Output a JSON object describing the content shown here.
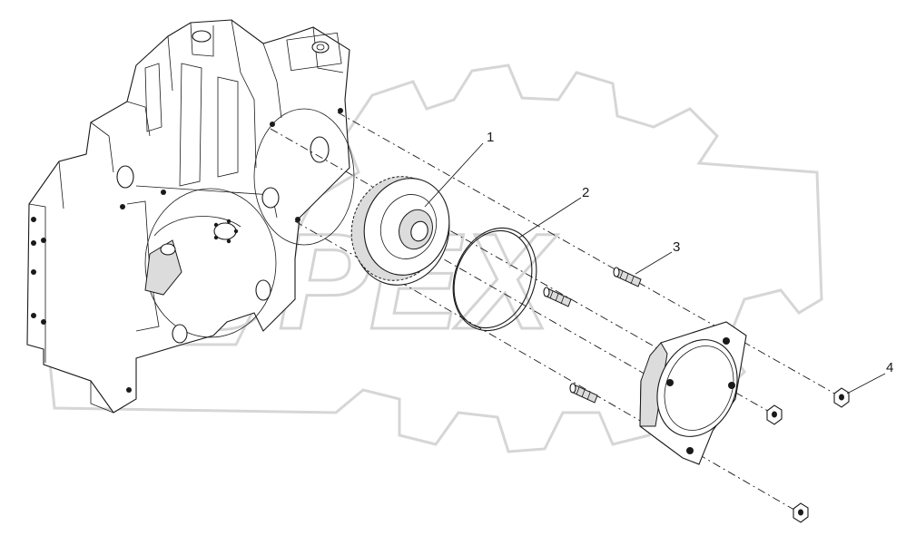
{
  "watermark": {
    "text": "OPEX"
  },
  "callouts": [
    {
      "id": "1",
      "label": "1",
      "part": "idler-gear"
    },
    {
      "id": "2",
      "label": "2",
      "part": "o-ring"
    },
    {
      "id": "3",
      "label": "3",
      "part": "stud"
    },
    {
      "id": "4",
      "label": "4",
      "part": "nut"
    }
  ]
}
